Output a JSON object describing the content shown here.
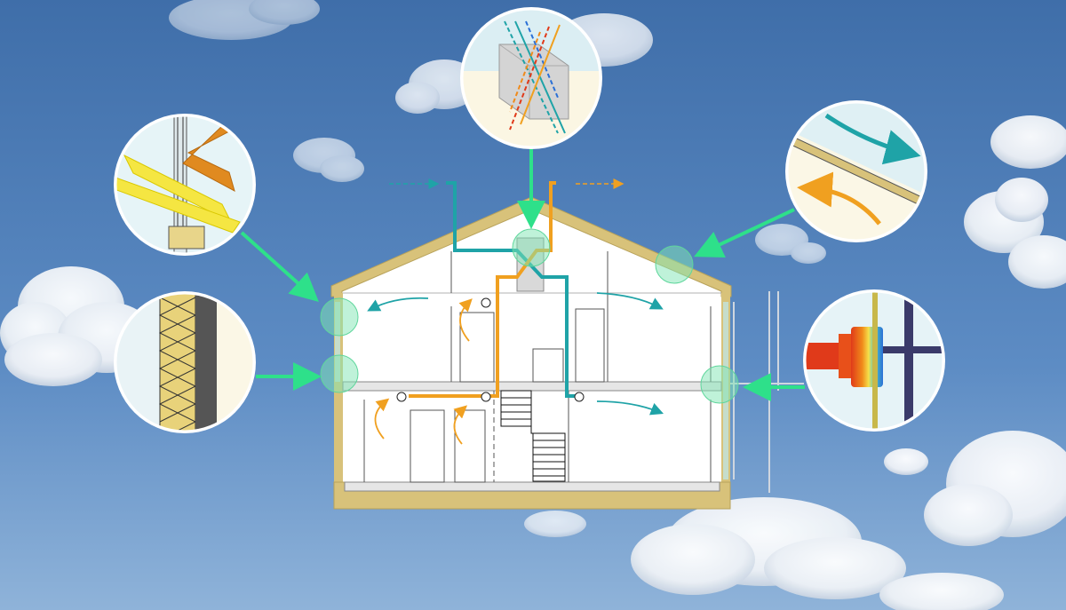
{
  "colors": {
    "sky_top": "#3f6ea9",
    "sky_bottom": "#8fb3d9",
    "envelope": "#d8c27a",
    "supply_duct": "#1fa3a7",
    "exhaust_duct": "#f0a020",
    "callout_arrow": "#2ee08a",
    "highlight": "#7fe6b4",
    "warm": "#e03a1a",
    "cold": "#2a6fd6"
  },
  "callouts": [
    {
      "name": "heat-recovery-detail",
      "icon": "heat-exchanger-icon"
    },
    {
      "name": "airtight-window-detail",
      "icon": "window-section-icon"
    },
    {
      "name": "insulated-wall-detail",
      "icon": "insulation-layers-icon"
    },
    {
      "name": "ventilated-roof-detail",
      "icon": "roof-airflow-icon"
    },
    {
      "name": "thermal-bridge-free-detail",
      "icon": "thermal-bridge-icon"
    }
  ]
}
